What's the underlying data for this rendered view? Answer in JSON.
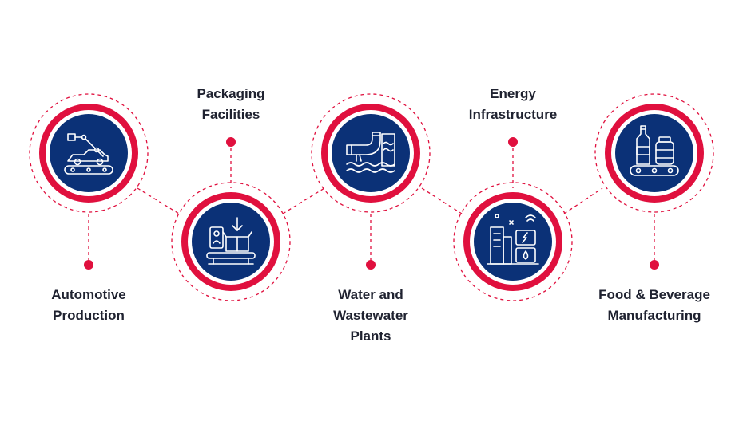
{
  "colors": {
    "accent": "#e0103e",
    "navy": "#0b3177",
    "text": "#1f2230",
    "dash": "#e0103e"
  },
  "items": [
    {
      "icon": "robot-arm-car-assembly-icon",
      "lines": [
        "Automotive",
        "Production"
      ]
    },
    {
      "icon": "packaging-box-conveyor-icon",
      "lines": [
        "Packaging",
        "Facilities"
      ]
    },
    {
      "icon": "water-pipe-outflow-icon",
      "lines": [
        "Water and",
        "Wastewater",
        "Plants"
      ]
    },
    {
      "icon": "energy-building-battery-icon",
      "lines": [
        "Energy",
        "Infrastructure"
      ]
    },
    {
      "icon": "bottles-conveyor-icon",
      "lines": [
        "Food & Beverage",
        "Manufacturing"
      ]
    }
  ]
}
